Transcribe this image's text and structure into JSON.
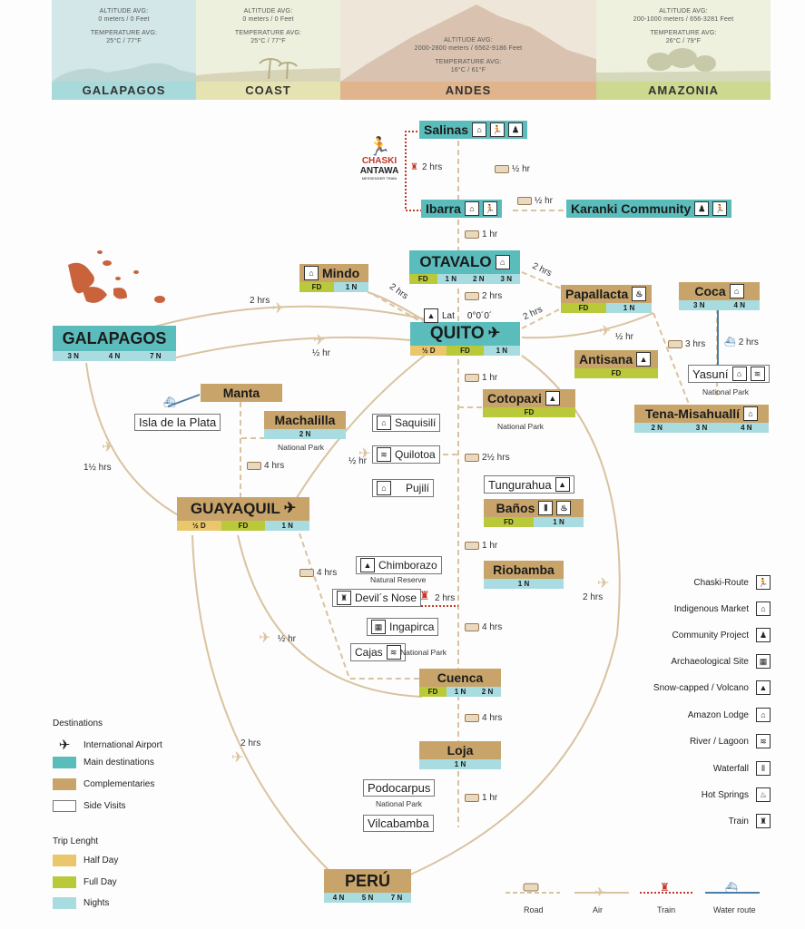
{
  "regions": [
    {
      "name": "GALAPAGOS",
      "altitude": "ALTITUDE AVG:",
      "altitude_val": "0 meters / 0 Feet",
      "temp": "TEMPERATURE AVG:",
      "temp_val": "25°C / 77°F"
    },
    {
      "name": "COAST",
      "altitude": "ALTITUDE AVG:",
      "altitude_val": "0 meters / 0 Feet",
      "temp": "TEMPERATURE AVG:",
      "temp_val": "25°C / 77°F"
    },
    {
      "name": "ANDES",
      "altitude": "ALTITUDE AVG:",
      "altitude_val": "2000-2800 meters / 6562-9186 Feet",
      "temp": "TEMPERATURE AVG:",
      "temp_val": "16°C / 61°F"
    },
    {
      "name": "AMAZONIA",
      "altitude": "ALTITUDE AVG:",
      "altitude_val": "200-1000 meters / 656-3281 Feet",
      "temp": "TEMPERATURE AVG:",
      "temp_val": "26°C / 79°F"
    }
  ],
  "train_logo": {
    "line1": "CHASKI",
    "line2": "ANTAWA",
    "line3": "MESSENGER TRAIN"
  },
  "places": {
    "salinas": "Salinas",
    "ibarra": "Ibarra",
    "karanki": "Karanki Community",
    "otavalo": "OTAVALO",
    "mindo": "Mindo",
    "quito": "QUITO",
    "papallacta": "Papallacta",
    "coca": "Coca",
    "antisana": "Antisana",
    "galapagos": "GALAPAGOS",
    "manta": "Manta",
    "isla": "Isla de la Plata",
    "machalilla": "Machalilla",
    "machalilla_sub": "National Park",
    "cotopaxi": "Cotopaxi",
    "cotopaxi_sub": "National Park",
    "saquisili": "Saquisilí",
    "quilotoa": "Quilotoa",
    "pujili": "Pujilí",
    "tungurahua": "Tungurahua",
    "banos": "Baños",
    "guayaquil": "GUAYAQUIL",
    "yasuni": "Yasuní",
    "yasuni_sub": "National Park",
    "tena": "Tena-Misahuallí",
    "chimborazo": "Chimborazo",
    "chimborazo_sub": "Natural Reserve",
    "riobamba": "Riobamba",
    "devils": "Devil´s Nose",
    "ingapirca": "Ingapirca",
    "cajas": "Cajas",
    "cajas_sub": "National Park",
    "cuenca": "Cuenca",
    "loja": "Loja",
    "podocarpus": "Podocarpus",
    "podocarpus_sub": "National Park",
    "vilcabamba": "Vilcabamba",
    "peru": "PERÚ"
  },
  "bars": {
    "otavalo": [
      "FD",
      "1 N",
      "2 N",
      "3 N"
    ],
    "mindo": [
      "FD",
      "1 N"
    ],
    "quito": [
      "½ D",
      "FD",
      "1 N"
    ],
    "papallacta": [
      "FD",
      "1 N"
    ],
    "coca": [
      "3 N",
      "4 N"
    ],
    "antisana": [
      "FD"
    ],
    "galapagos": [
      "3 N",
      "4 N",
      "7 N"
    ],
    "machalilla": [
      "2 N"
    ],
    "cotopaxi": [
      "FD"
    ],
    "banos": [
      "FD",
      "1 N"
    ],
    "guayaquil": [
      "½ D",
      "FD",
      "1 N"
    ],
    "tena": [
      "2 N",
      "3 N",
      "4 N"
    ],
    "riobamba": [
      "1 N"
    ],
    "cuenca": [
      "FD",
      "1 N",
      "2 N"
    ],
    "loja": [
      "1 N"
    ],
    "peru": [
      "4 N",
      "5 N",
      "7 N"
    ]
  },
  "quito_lat": {
    "label": "Lat",
    "value": "0°0´0´"
  },
  "times": {
    "t_train": "2 hrs",
    "t_sal_ib": "½ hr",
    "t_ib_kar": "½ hr",
    "t_ib_ot": "1 hr",
    "t_ot_pap": "2 hrs",
    "t_mindo": "2 hrs",
    "t_ot_q": "2 hrs",
    "t_q_pap": "2 hrs",
    "t_gal": "2 hrs",
    "t_gal2": "½ hr",
    "t_pap_coca": "½ hr",
    "t_pap_tena": "3 hrs",
    "t_coca_yas": "2 hrs",
    "t_q_cot": "1 hr",
    "t_manta_gye": "4 hrs",
    "t_gye_q": "½ hr",
    "t_gal_gye": "1½ hrs",
    "t_quilotoa": "2½ hrs",
    "t_banos_rio": "1 hr",
    "t_gye_rio": "4 hrs",
    "t_devils": "2 hrs",
    "t_q_peru": "2 hrs",
    "t_ing_cue": "4 hrs",
    "t_gye_cue": "½ hr",
    "t_cue_loja": "4 hrs",
    "t_gye_peru": "2 hrs",
    "t_loja_vil": "1 hr"
  },
  "legend_destinations": {
    "title": "Destinations",
    "airport": "International Airport",
    "main": "Main destinations",
    "comp": "Complementaries",
    "side": "Side Visits"
  },
  "legend_trip": {
    "title": "Trip Lenght",
    "half": "Half Day",
    "full": "Full Day",
    "nights": "Nights"
  },
  "legend_icons": [
    "Chaski-Route",
    "Indigenous Market",
    "Community Project",
    "Archaeological Site",
    "Snow-capped / Volcano",
    "Amazon Lodge",
    "River / Lagoon",
    "Waterfall",
    "Hot Springs",
    "Train"
  ],
  "legend_routes": {
    "road": "Road",
    "air": "Air",
    "train": "Train",
    "water": "Water route"
  },
  "colors": {
    "teal": "#5bbcbc",
    "tan": "#c8a46a",
    "fullday": "#b9c93a",
    "halfday": "#eac76d",
    "nights": "#a9dce0",
    "route": "#d9c3a0",
    "train": "#c0392b",
    "water": "#4a7ea8"
  }
}
